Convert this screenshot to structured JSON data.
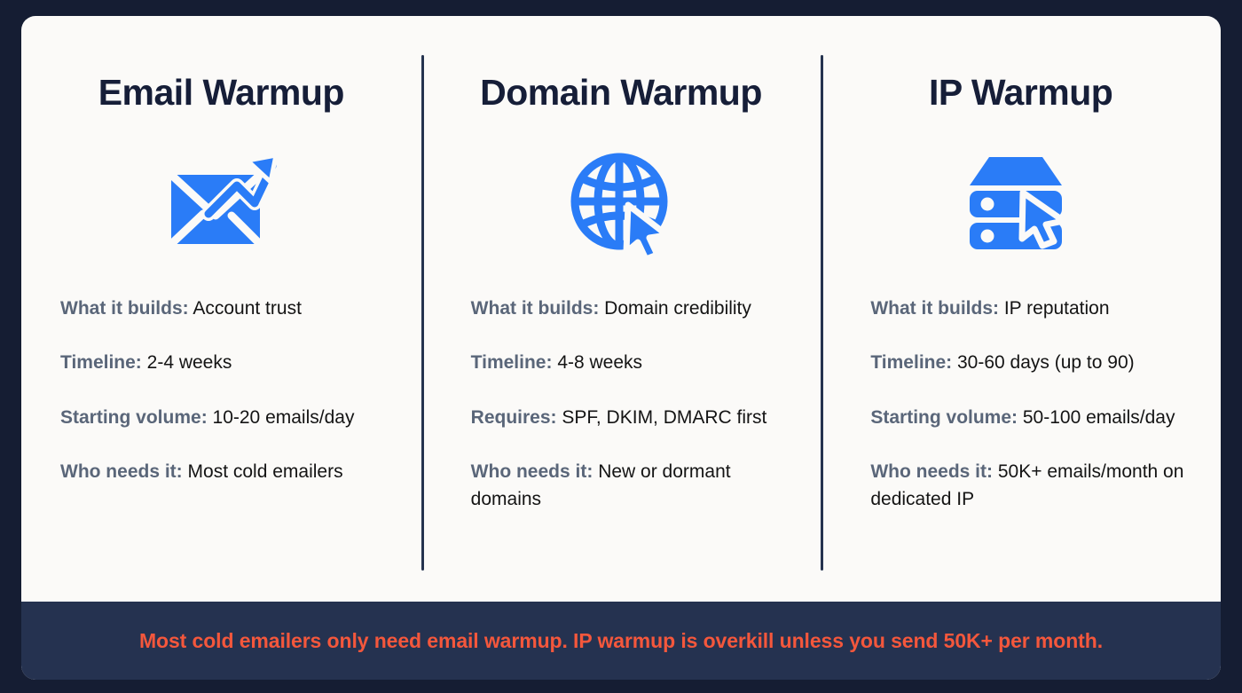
{
  "theme": {
    "page_background": "#151d33",
    "card_background": "#fbfaf8",
    "heading_color": "#161e38",
    "label_color": "#5a6679",
    "value_color": "#141414",
    "divider_color": "#25334f",
    "icon_blue": "#2a7cf7",
    "footer_background": "#253250",
    "footer_text_color": "#f4573c"
  },
  "columns": [
    {
      "title": "Email Warmup",
      "icon": "envelope-growth-icon",
      "facts": [
        {
          "label": "What it builds:",
          "value": "Account trust"
        },
        {
          "label": "Timeline:",
          "value": "2-4 weeks"
        },
        {
          "label": "Starting volume:",
          "value": "10-20 emails/day"
        },
        {
          "label": "Who needs it:",
          "value": "Most cold emailers"
        }
      ]
    },
    {
      "title": "Domain Warmup",
      "icon": "globe-cursor-icon",
      "facts": [
        {
          "label": "What it builds:",
          "value": "Domain credibility"
        },
        {
          "label": "Timeline:",
          "value": "4-8 weeks"
        },
        {
          "label": "Requires:",
          "value": "SPF, DKIM, DMARC first"
        },
        {
          "label": "Who needs it:",
          "value": "New or dormant domains"
        }
      ]
    },
    {
      "title": "IP Warmup",
      "icon": "server-cursor-icon",
      "facts": [
        {
          "label": "What it builds:",
          "value": "IP reputation"
        },
        {
          "label": "Timeline:",
          "value": "30-60 days (up to 90)"
        },
        {
          "label": "Starting volume:",
          "value": "50-100 emails/day"
        },
        {
          "label": "Who needs it:",
          "value": "50K+ emails/month on dedicated IP"
        }
      ]
    }
  ],
  "footer": {
    "text": "Most cold emailers only need email warmup. IP warmup is overkill unless you send 50K+ per month."
  }
}
